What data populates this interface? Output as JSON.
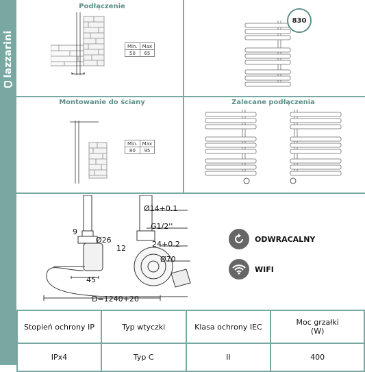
{
  "brand": {
    "name": "lazzarini"
  },
  "sections": {
    "connection": {
      "title": "Podłączenie",
      "table": {
        "headers": [
          "Min.",
          "Max"
        ],
        "values": [
          "50",
          "65"
        ]
      }
    },
    "model": {
      "badge": "830"
    },
    "wall_mount": {
      "title": "Montowanie do ściany",
      "table": {
        "headers": [
          "Min.",
          "Max"
        ],
        "values": [
          "80",
          "95"
        ]
      }
    },
    "recommended": {
      "title": "Zalecane podłączenia"
    }
  },
  "heater_dims": {
    "d14": "Ø14+0.1",
    "g12": "G1/2''",
    "d26": "Ø26",
    "n9": "9",
    "n12": "12",
    "n24": "24+0.2",
    "d70": "Ø70",
    "n45": "45",
    "cable": "D=1240+20"
  },
  "features": [
    {
      "icon": "rotate-icon",
      "label": "ODWRACALNY"
    },
    {
      "icon": "wifi-icon",
      "label": "WIFI"
    }
  ],
  "spec_table": {
    "headers": [
      "Stopień ochrony IP",
      "Typ wtyczki",
      "Klasa ochrony IEC",
      "Moc grzałki\n(W)"
    ],
    "values": [
      "IPx4",
      "Typ C",
      "II",
      "400"
    ]
  },
  "colors": {
    "accent": "#78a8a1",
    "title": "#5f8f89"
  }
}
